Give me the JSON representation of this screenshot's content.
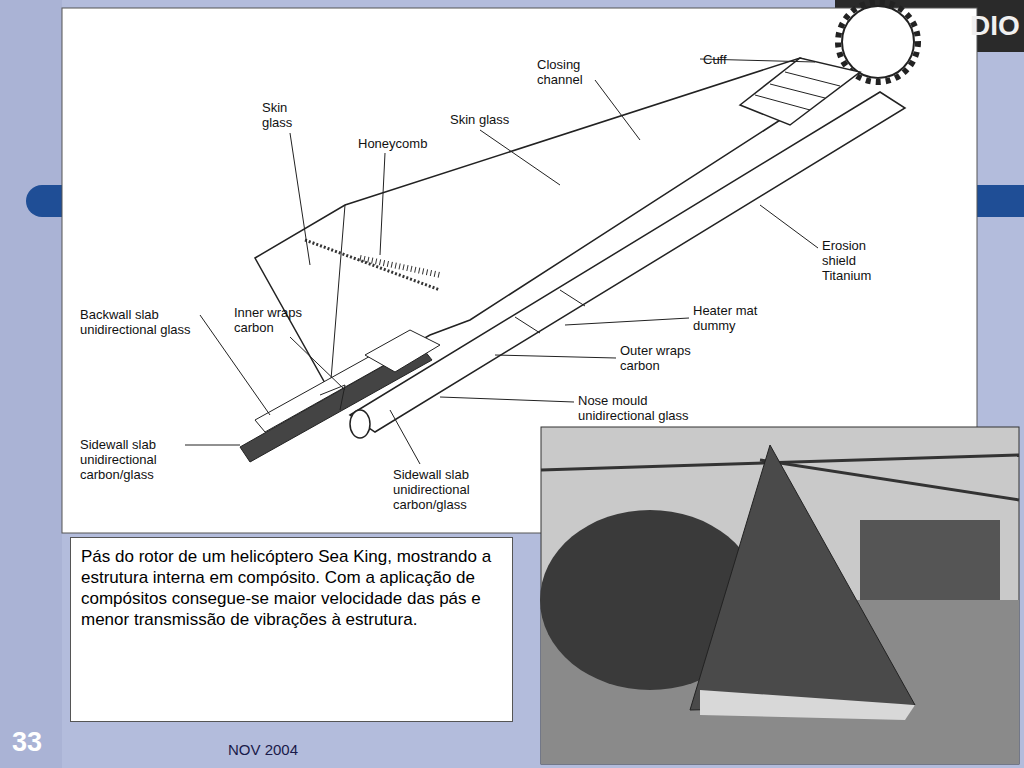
{
  "diagram": {
    "caption": "Pás do rotor de um helicóptero Sea King, mostrando a estrutura interna em compósito. Com a aplicação de compósitos consegue-se maior velocidade das pás e menor transmissão de vibrações à estrutura.",
    "labels": [
      "Skin glass",
      "Honeycomb",
      "Skin glass",
      "Closing channel",
      "Cuff",
      "Erosion shield Titanium",
      "Heater mat dummy",
      "Outer wraps carbon",
      "Nose mould unidirectional glass",
      "Backwall slab unidirectional glass",
      "Inner wraps carbon",
      "Sidewall slab unidirectional carbon/glass",
      "Sidewall slab unidirectional carbon/glass",
      "33",
      "NOV 2004",
      "DIO"
    ]
  }
}
